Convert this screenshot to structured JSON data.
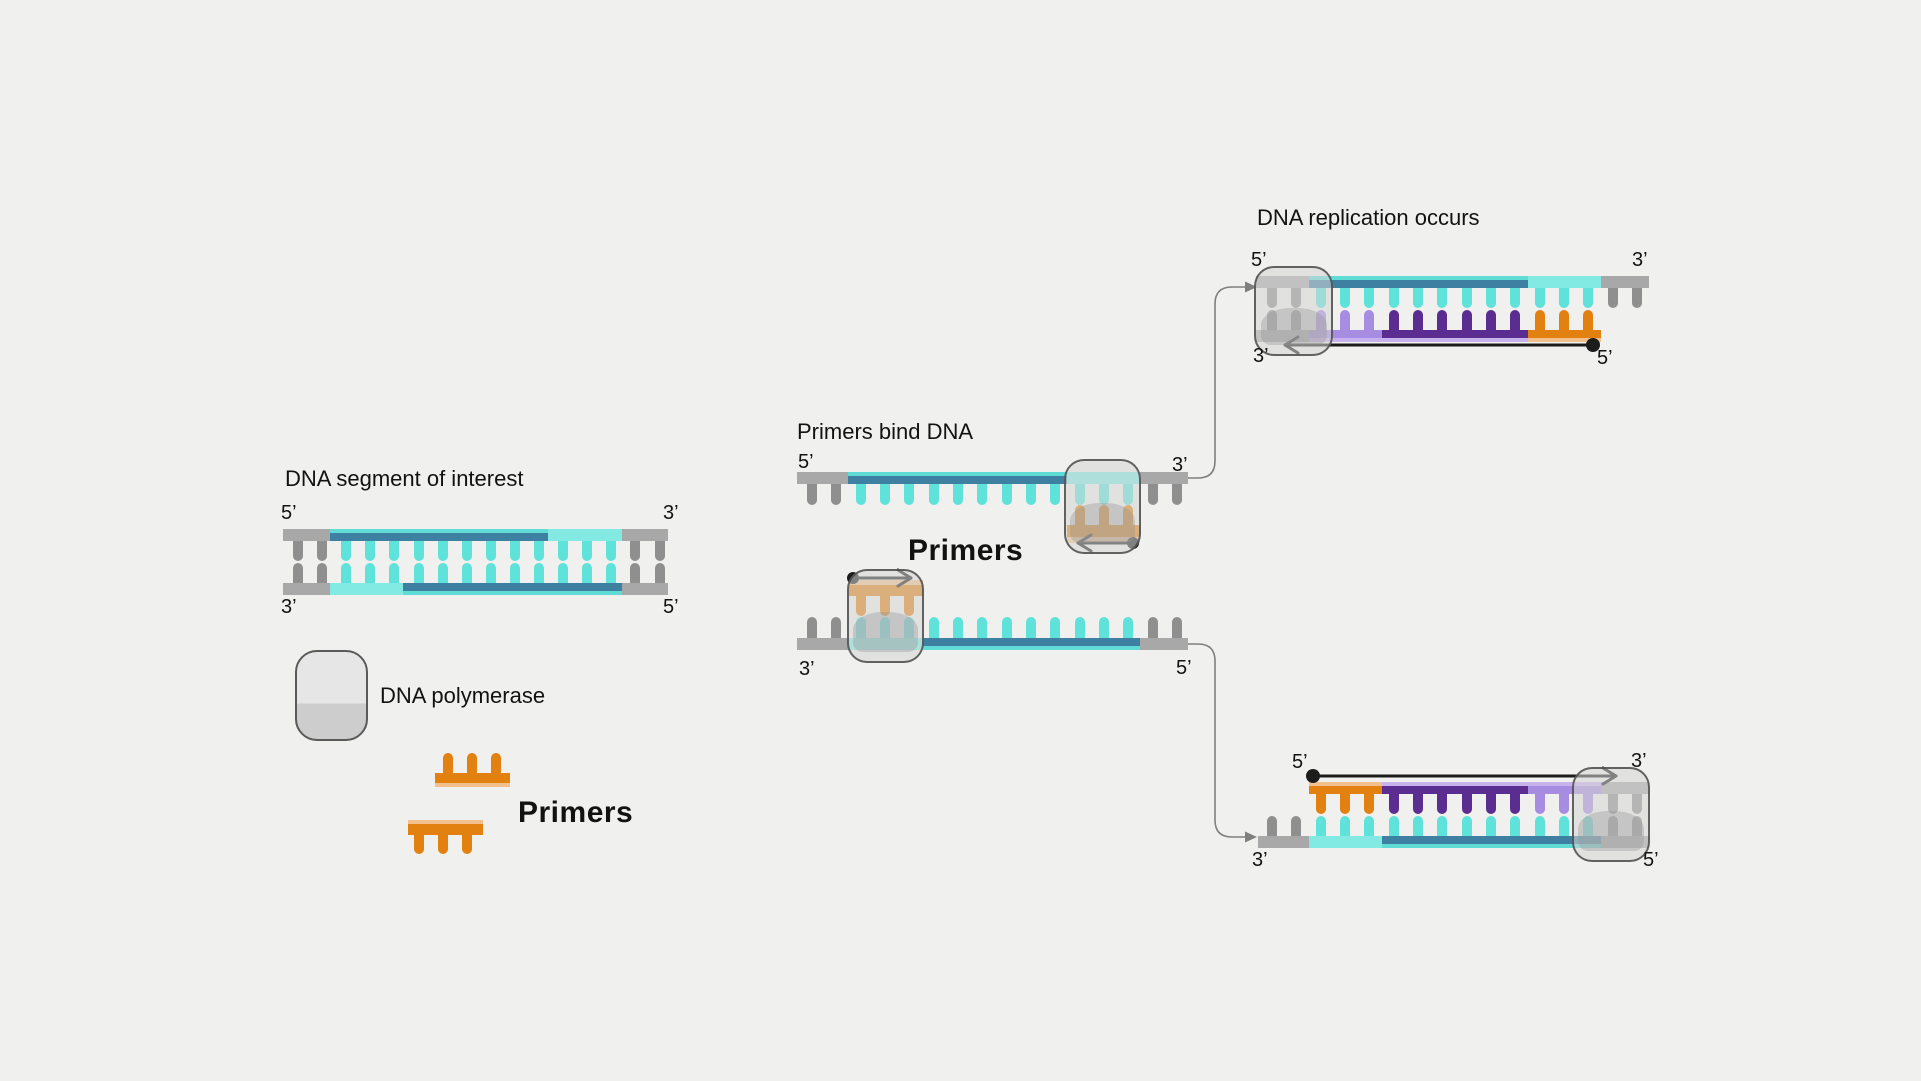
{
  "colors": {
    "background": "#f0f0ee",
    "teal_dark": "#3e80a2",
    "cyan_strip": "#5fdcd6",
    "cyan_tooth": "#5ee2da",
    "cyan_bright": "#82eae3",
    "gray_backbone": "#a8a8a8",
    "gray_tooth": "#8f8f8f",
    "orange": "#e2810f",
    "orange_light": "#f2c08d",
    "purple_dark": "#5b2d91",
    "purple_light": "#a78de1",
    "purple_lighter": "#c7b2ee",
    "arrow_black": "#1c1c1c",
    "connector_gray": "#7f7f7f",
    "text": "#121212"
  },
  "panel_segment": {
    "title": "DNA segment of interest",
    "labels": {
      "top_left": "5’",
      "top_right": "3’",
      "bottom_left": "3’",
      "bottom_right": "5’"
    }
  },
  "legend": {
    "polymerase_label": "DNA polymerase",
    "primers_label": "Primers"
  },
  "panel_bind": {
    "title": "Primers bind DNA",
    "primers_label": "Primers",
    "strand_top": {
      "left": "5’",
      "right": "3’"
    },
    "strand_bottom": {
      "left": "3’",
      "right": "5’"
    }
  },
  "panel_replication": {
    "title": "DNA replication occurs",
    "pair_top": {
      "top_left": "5’",
      "top_right": "3’",
      "bottom_left": "3’",
      "bottom_right": "5’"
    },
    "pair_bottom": {
      "top_left": "5’",
      "top_right": "3’",
      "bottom_left": "3’",
      "bottom_right": "5’"
    }
  }
}
